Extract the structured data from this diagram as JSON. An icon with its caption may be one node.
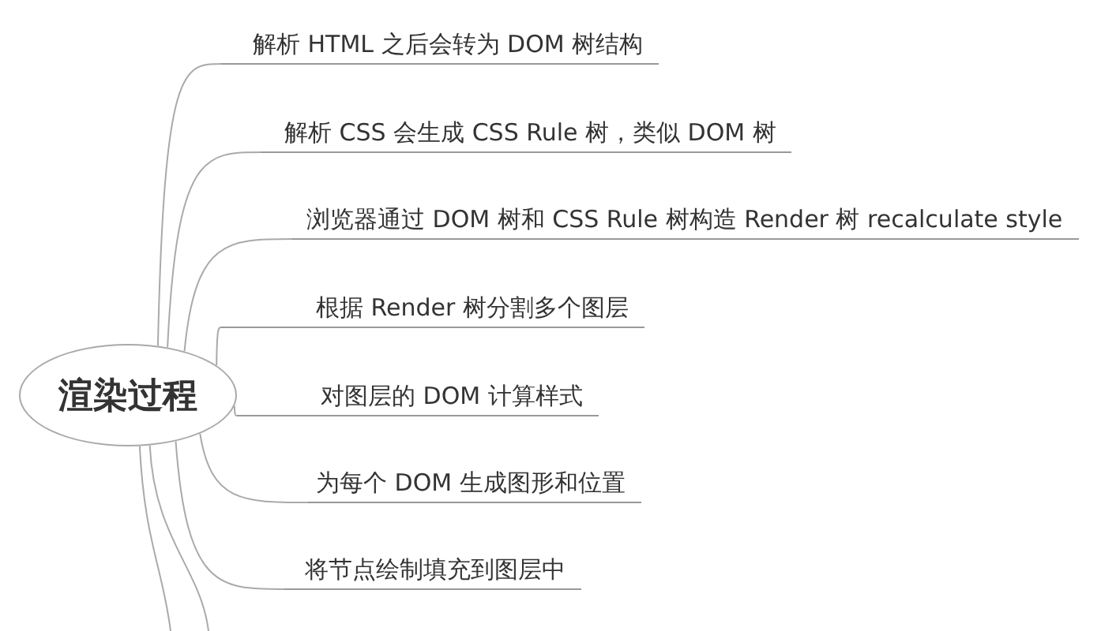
{
  "diagram": {
    "nodes": [
      {
        "text": [
          "渲染过程"
        ]
      },
      {
        "text": [
          "解析 HTML 之后会转为 DOM 树结构"
        ]
      },
      {
        "text": [
          "解析 CSS 会生成 CSS Rule 树，类似 DOM 树"
        ]
      },
      {
        "text": [
          "浏览器通过 DOM 树和 CSS Rule 树构造 Render 树 recalculate style"
        ]
      },
      {
        "text": [
          "根据 Render 树分割多个图层"
        ]
      },
      {
        "text": [
          "对图层的 DOM 计算样式"
        ]
      },
      {
        "text": [
          "为每个 DOM 生成图形和位置"
        ]
      },
      {
        "text": [
          "将节点绘制填充到图层中"
        ]
      }
    ],
    "edges": [
      {
        "from": 0,
        "to": 1,
        "arrow": "none"
      },
      {
        "from": 0,
        "to": 2,
        "arrow": "none"
      },
      {
        "from": 0,
        "to": 3,
        "arrow": "none"
      },
      {
        "from": 0,
        "to": 4,
        "arrow": "none"
      },
      {
        "from": 0,
        "to": 5,
        "arrow": "none"
      },
      {
        "from": 0,
        "to": 6,
        "arrow": "none"
      },
      {
        "from": 0,
        "to": 7,
        "arrow": "none"
      },
      {
        "from": 0,
        "to": null,
        "arrow": "none"
      },
      {
        "from": 0,
        "to": null,
        "arrow": "none"
      }
    ]
  }
}
